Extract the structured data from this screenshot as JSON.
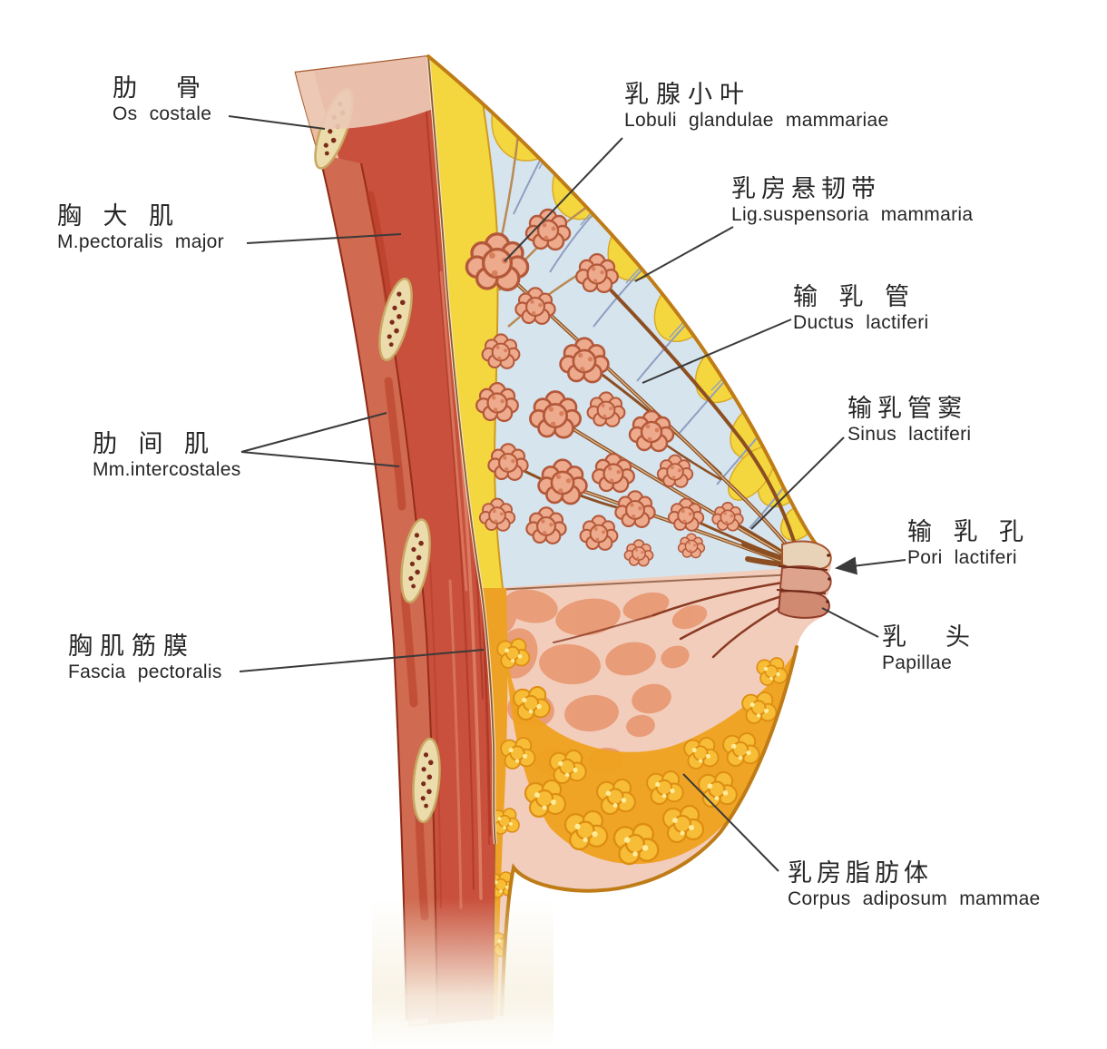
{
  "labels": {
    "os_costale": {
      "cn": "肋　骨",
      "la": "Os costale"
    },
    "pectoralis_major": {
      "cn": "胸 大 肌",
      "la": "M.pectoralis major"
    },
    "intercostales": {
      "cn": "肋 间 肌",
      "la": "Mm.intercostales"
    },
    "fascia_pectoralis": {
      "cn": "胸肌筋膜",
      "la": "Fascia pectoralis"
    },
    "lobuli_glandulae": {
      "cn": "乳腺小叶",
      "la": "Lobuli glandulae mammariae"
    },
    "lig_suspensoria": {
      "cn": "乳房悬韧带",
      "la": "Lig.suspensoria mammaria"
    },
    "ductus_lactiferi": {
      "cn": "输 乳 管",
      "la": "Ductus lactiferi"
    },
    "sinus_lactiferi": {
      "cn": "输乳管窦",
      "la": "Sinus lactiferi"
    },
    "pori_lactiferi": {
      "cn": "输 乳 孔",
      "la": "Pori lactiferi"
    },
    "papillae": {
      "cn": "乳　头",
      "la": "Papillae"
    },
    "corpus_adiposum": {
      "cn": "乳房脂肪体",
      "la": "Corpus adiposum mammae"
    }
  },
  "palette": {
    "background": "#ffffff",
    "label_text": "#262626",
    "leader_line": "#3a3a3a",
    "skin_outline": "#bf7c16",
    "muscle_red": "#c8503c",
    "muscle_dark": "#a02f1e",
    "rib_bone": "#ecdcab",
    "fat_yellow": "#f4d73e",
    "fat_orange": "#f0a320",
    "gland_background": "#d6e4ee",
    "lobule_pink": "#edaa8c",
    "duct_brown": "#8d4f22",
    "ligament_blue": "#8f9ec0",
    "lower_tissue": "#f2cdbc",
    "tissue_blob": "#e89a74"
  }
}
